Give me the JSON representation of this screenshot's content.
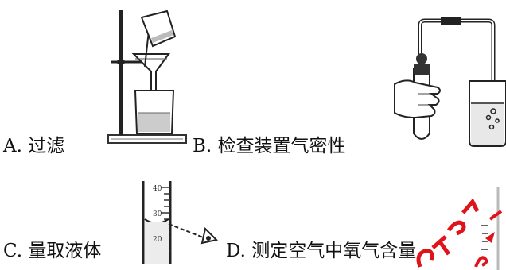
{
  "options": [
    {
      "letter": "A.",
      "text": "过滤",
      "figure": "filtration-apparatus"
    },
    {
      "letter": "B.",
      "text": "检查装置气密性",
      "figure": "airtightness-check-apparatus"
    },
    {
      "letter": "C.",
      "text": "量取液体",
      "figure": "graduated-cylinder-reading"
    },
    {
      "letter": "D.",
      "text": "测定空气中氧气含量",
      "figure": "oxygen-content-apparatus"
    }
  ],
  "cylinder_marks": [
    "40",
    "30",
    "20"
  ],
  "watermark_color": "#e0131b"
}
